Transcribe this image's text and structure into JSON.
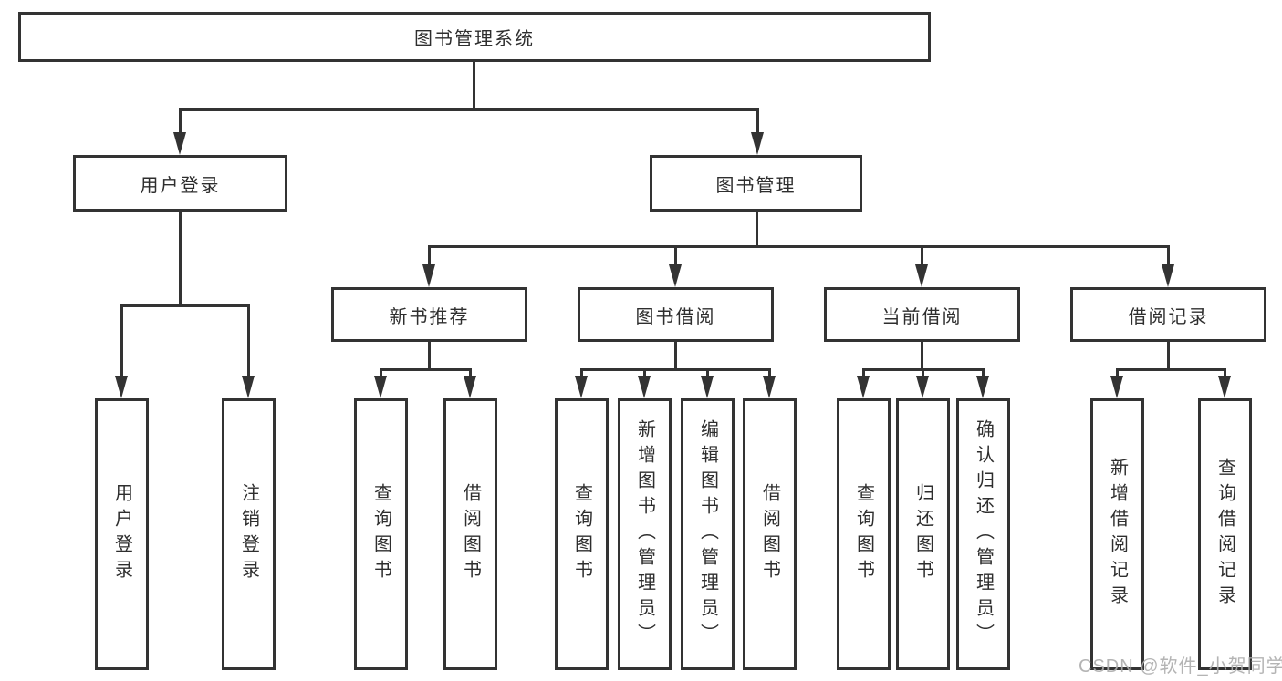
{
  "diagram": {
    "title": "图书管理系统",
    "branches": [
      {
        "label": "用户登录",
        "children": [
          {
            "label": "用户登录"
          },
          {
            "label": "注销登录"
          }
        ]
      },
      {
        "label": "图书管理",
        "children": [
          {
            "label": "新书推荐",
            "children": [
              {
                "label": "查询图书"
              },
              {
                "label": "借阅图书"
              }
            ]
          },
          {
            "label": "图书借阅",
            "children": [
              {
                "label": "查询图书"
              },
              {
                "label": "新增图书（管理员）"
              },
              {
                "label": "编辑图书（管理员）"
              },
              {
                "label": "借阅图书"
              }
            ]
          },
          {
            "label": "当前借阅",
            "children": [
              {
                "label": "查询图书"
              },
              {
                "label": "归还图书"
              },
              {
                "label": "确认归还（管理员）"
              }
            ]
          },
          {
            "label": "借阅记录",
            "children": [
              {
                "label": "新增借阅记录"
              },
              {
                "label": "查询借阅记录"
              }
            ]
          }
        ]
      }
    ]
  },
  "watermark": "CSDN @软件_小贺同学",
  "colors": {
    "line": "#333333",
    "text": "#2e2e2e",
    "background": "#ffffff",
    "watermark": "#acacac"
  }
}
